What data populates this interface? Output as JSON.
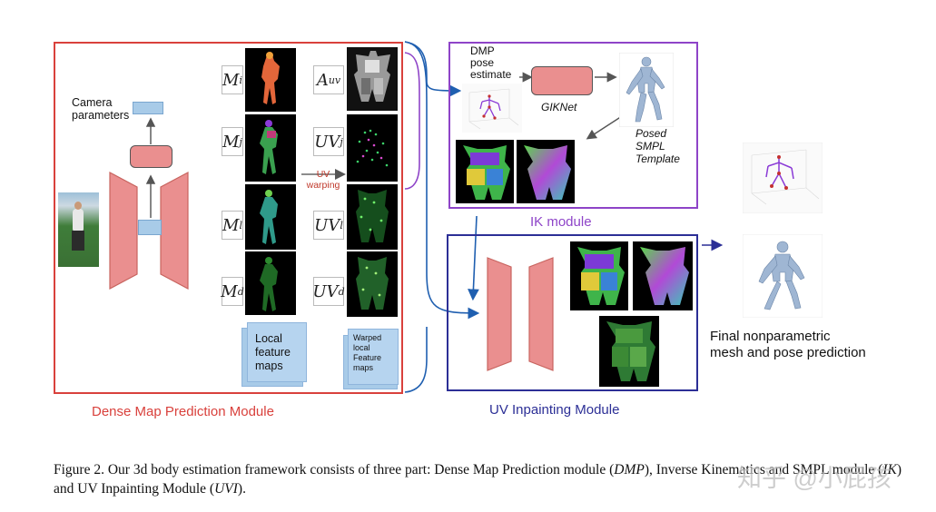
{
  "modules": {
    "dmp_title": "Dense Map Prediction Module",
    "ik_title": "IK module",
    "uvi_title": "UV Inpainting Module"
  },
  "dmp": {
    "camera_label": "Camera\nparameters",
    "labels": {
      "m_i": "M",
      "m_i_sub": "i",
      "m_j": "M",
      "m_j_sub": "j",
      "m_l": "M",
      "m_l_sub": "l",
      "m_d": "M",
      "m_d_sub": "d",
      "a_uv": "A",
      "a_uv_sub": "uv",
      "uv_j": "UV",
      "uv_j_sub": "j",
      "uv_l": "UV",
      "uv_l_sub": "l",
      "uv_d": "UV",
      "uv_d_sub": "d"
    },
    "uv_warping": "UV\nwarping",
    "local_feature_maps": "Local\nfeature\nmaps",
    "warped_feature_maps": "Warped\nlocal\nFeature\nmaps"
  },
  "ik": {
    "pose_estimate": "DMP\npose\nestimate",
    "giknet": "GIKNet",
    "posed_smpl": "Posed\nSMPL\nTemplate"
  },
  "final_label": "Final nonparametric\nmesh and pose prediction",
  "caption": {
    "fig": "Figure 2.",
    "text1": "Our 3d body estimation framework consists of three part: Dense Map Prediction module (",
    "dmp": "DMP",
    "text2": "), Inverse Kinematics and SMPL module (",
    "ik": "IK",
    "text3": ") and UV Inpainting Module (",
    "uvi": "UVI",
    "text4": ")."
  },
  "watermark": "知乎 @小屁孩",
  "colors": {
    "dmp": "#d9413c",
    "ik": "#8e44c8",
    "uvi": "#2c2f96",
    "arrow_blue": "#1f5fb0"
  }
}
